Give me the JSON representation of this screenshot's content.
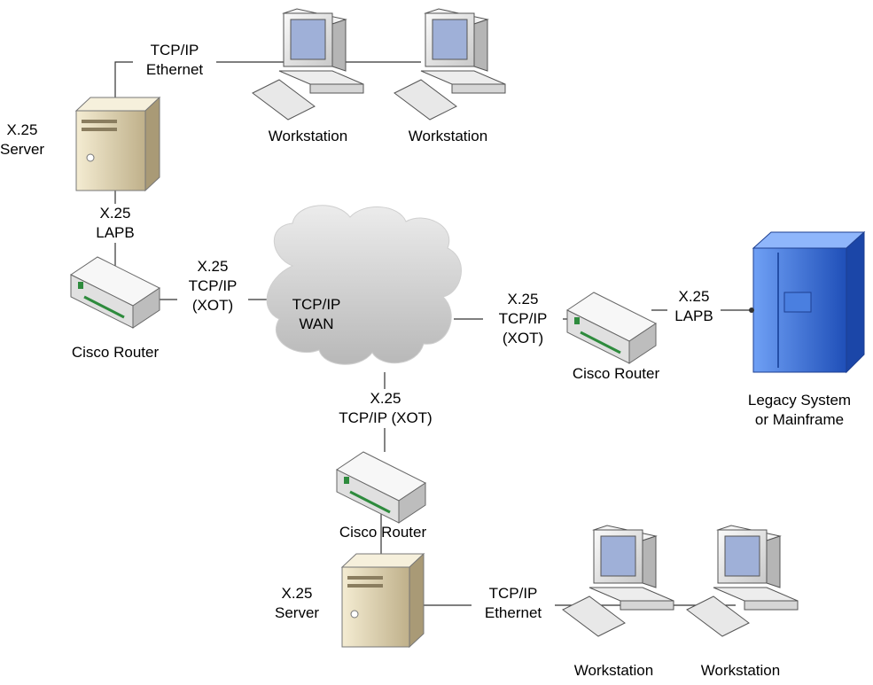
{
  "labels": {
    "top_link": "TCP/IP\nEthernet",
    "workstation_1": "Workstation",
    "workstation_2": "Workstation",
    "server_top": "X.25\nServer",
    "server_top_link": "X.25\nLAPB",
    "router_left_link": "X.25\nTCP/IP\n(XOT)",
    "router_left": "Cisco Router",
    "cloud": "TCP/IP\nWAN",
    "router_right_link": "X.25\nTCP/IP\n(XOT)",
    "router_right": "Cisco Router",
    "mainframe_link": "X.25\nLAPB",
    "mainframe": "Legacy System\nor Mainframe",
    "router_bottom_link": "X.25\nTCP/IP (XOT)",
    "router_bottom": "Cisco Router",
    "server_bottom": "X.25\nServer",
    "bottom_link": "TCP/IP\nEthernet",
    "workstation_3": "Workstation",
    "workstation_4": "Workstation"
  },
  "colors": {
    "line": "#333333",
    "cloud": "#d4d4d4",
    "server": "#e3d7b7",
    "router": "#f3f3f3",
    "router_led": "#2e8b3d",
    "mainframe": "#3a6fd8",
    "monitor_screen": "#9fb0d8"
  }
}
